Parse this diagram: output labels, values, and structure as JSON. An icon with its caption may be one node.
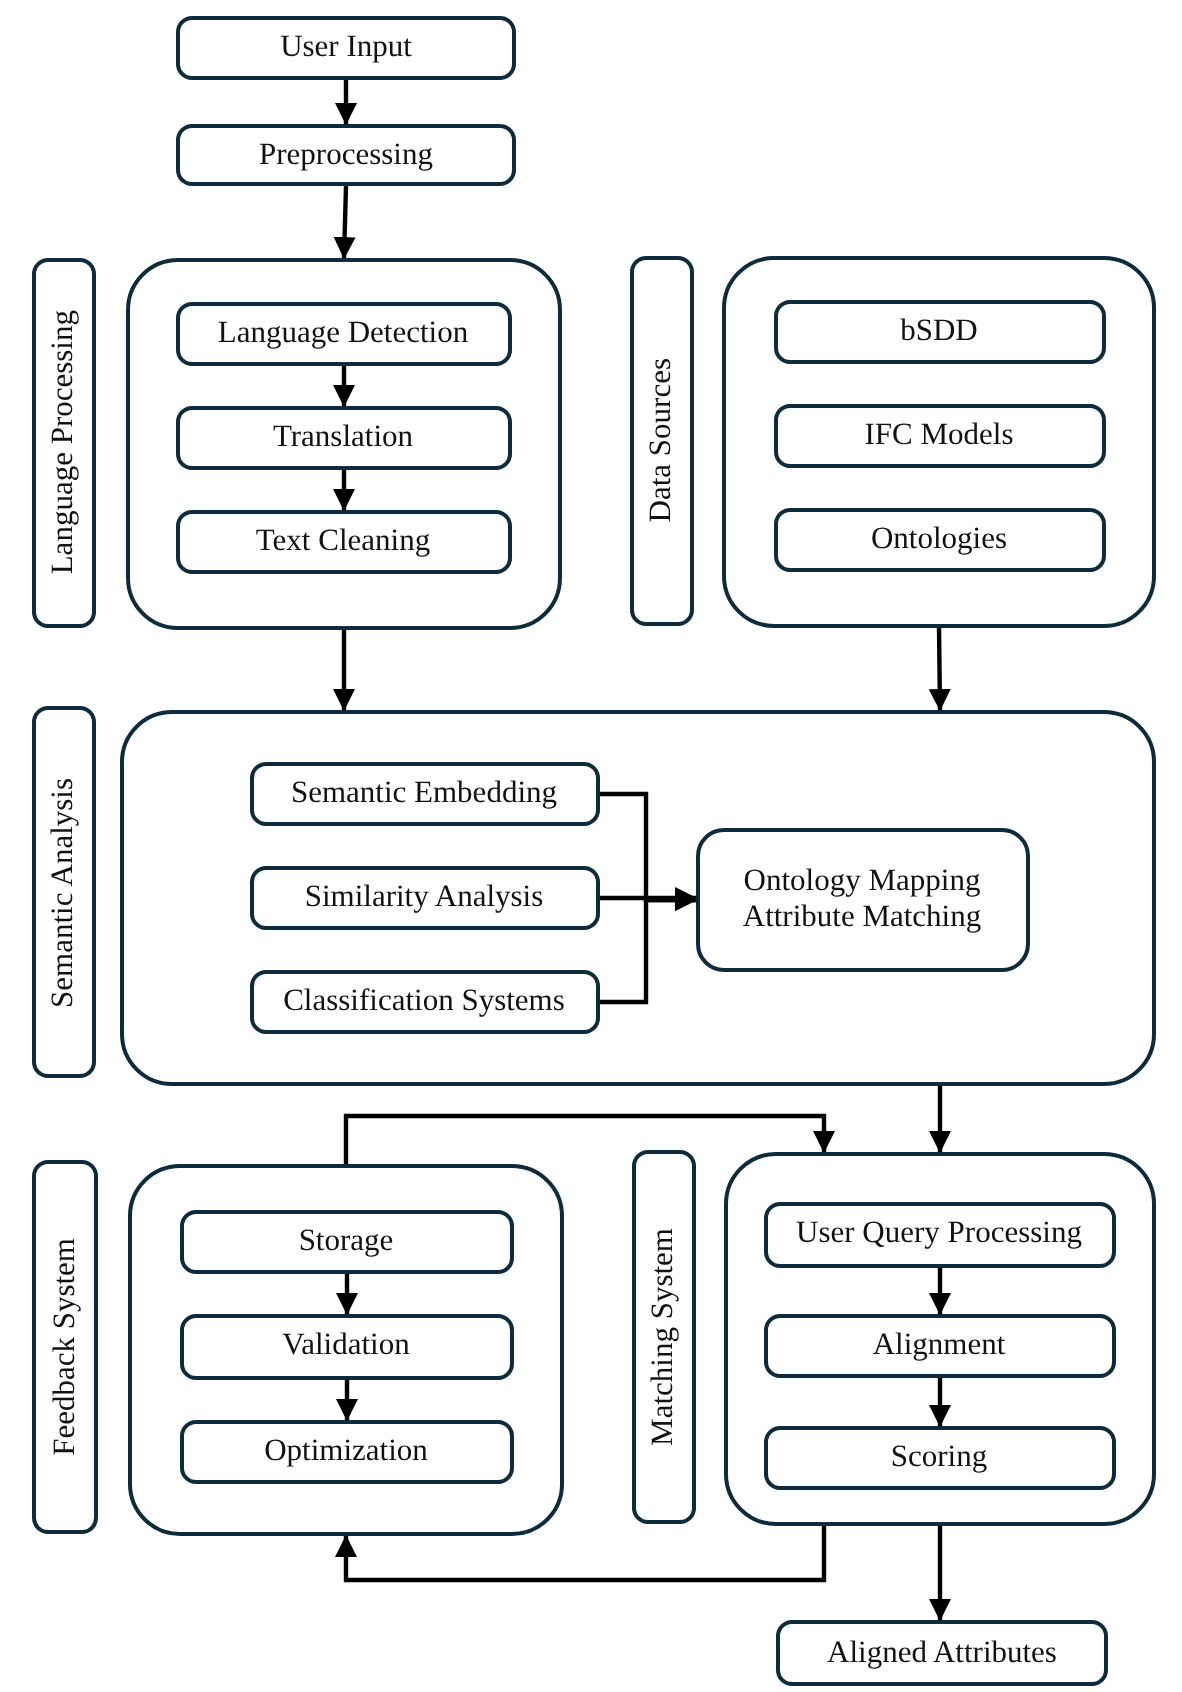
{
  "diagram": {
    "nodes": [
      {
        "text": [
          "User Input"
        ]
      },
      {
        "text": [
          "Preprocessing"
        ]
      },
      {
        "text": [
          "Language Processing"
        ]
      },
      {
        "text": [],
        "shape": "box"
      },
      {
        "text": [
          "Language Detection"
        ],
        "in": 3
      },
      {
        "text": [
          "Translation"
        ],
        "in": 3
      },
      {
        "text": [
          "Text Cleaning"
        ],
        "in": 3
      },
      {
        "text": [
          "Data Sources"
        ]
      },
      {
        "text": [],
        "shape": "box"
      },
      {
        "text": [
          "bSDD"
        ],
        "in": 8
      },
      {
        "text": [
          "IFC Models"
        ],
        "in": 8
      },
      {
        "text": [
          "Ontologies"
        ],
        "in": 8
      },
      {
        "text": [
          "Semantic Analysis"
        ]
      },
      {
        "text": [],
        "shape": "box"
      },
      {
        "text": [
          "Semantic Embedding"
        ],
        "in": 13
      },
      {
        "text": [
          "Similarity Analysis"
        ],
        "in": 13
      },
      {
        "text": [
          "Classification Systems"
        ],
        "in": 13
      },
      {
        "text": [
          "Ontology Mapping",
          "Attribute Matching"
        ],
        "in": 13
      },
      {
        "text": [
          "Feedback System"
        ]
      },
      {
        "text": [],
        "shape": "box"
      },
      {
        "text": [
          "Storage"
        ],
        "in": 19
      },
      {
        "text": [
          "Validation"
        ],
        "in": 19
      },
      {
        "text": [
          "Optimization"
        ],
        "in": 19
      },
      {
        "text": [
          "Matching System"
        ]
      },
      {
        "text": [],
        "shape": "box"
      },
      {
        "text": [
          "User Query Processing"
        ],
        "in": 24
      },
      {
        "text": [
          "Alignment"
        ],
        "in": 24
      },
      {
        "text": [
          "Scoring"
        ],
        "in": 24
      },
      {
        "text": [
          "Aligned Attributes"
        ]
      }
    ],
    "edges": [
      {
        "from": 0,
        "to": 1,
        "arrow": "to"
      },
      {
        "from": 1,
        "to": 3,
        "arrow": "to"
      },
      {
        "from": 4,
        "to": 5,
        "arrow": "to"
      },
      {
        "from": 5,
        "to": 6,
        "arrow": "to"
      },
      {
        "from": 3,
        "to": 13,
        "arrow": "to"
      },
      {
        "from": 8,
        "to": 13,
        "arrow": "to"
      },
      {
        "from": 14,
        "to": 17,
        "arrow": "to"
      },
      {
        "from": 15,
        "to": 17,
        "arrow": "to"
      },
      {
        "from": 16,
        "to": 17,
        "arrow": "to"
      },
      {
        "from": 13,
        "to": 24,
        "arrow": "to"
      },
      {
        "from": 19,
        "to": 24,
        "arrow": "to"
      },
      {
        "from": 24,
        "to": 19,
        "arrow": "to"
      },
      {
        "from": 20,
        "to": 21,
        "arrow": "to"
      },
      {
        "from": 21,
        "to": 22,
        "arrow": "to"
      },
      {
        "from": 25,
        "to": 26,
        "arrow": "to"
      },
      {
        "from": 26,
        "to": 27,
        "arrow": "to"
      },
      {
        "from": 24,
        "to": 28,
        "arrow": "to"
      }
    ]
  }
}
